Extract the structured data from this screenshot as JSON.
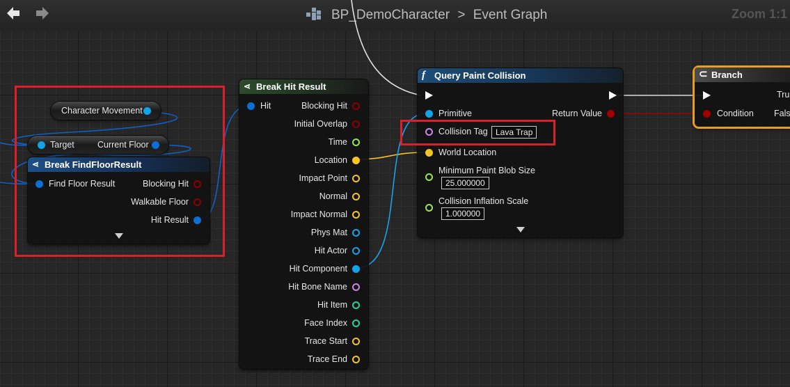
{
  "toolbar": {
    "back_icon": "arrow-left-icon",
    "forward_icon": "arrow-right-icon",
    "blueprint_icon": "blueprint-icon",
    "blueprint_name": "BP_DemoCharacter",
    "separator": ">",
    "graph_name": "Event Graph",
    "zoom": "Zoom 1:1"
  },
  "nodes": {
    "character_movement": {
      "label": "Character Movement"
    },
    "current_floor": {
      "target": "Target",
      "output": "Current Floor"
    },
    "break_find_floor": {
      "title": "Break FindFloorResult",
      "input": "Find Floor Result",
      "outputs": [
        "Blocking Hit",
        "Walkable Floor",
        "Hit Result"
      ]
    },
    "break_hit_result": {
      "title": "Break Hit Result",
      "input": "Hit",
      "outputs": [
        "Blocking Hit",
        "Initial Overlap",
        "Time",
        "Location",
        "Impact Point",
        "Normal",
        "Impact Normal",
        "Phys Mat",
        "Hit Actor",
        "Hit Component",
        "Hit Bone Name",
        "Hit Item",
        "Face Index",
        "Trace Start",
        "Trace End"
      ]
    },
    "query_paint_collision": {
      "title": "Query Paint Collision",
      "primitive": "Primitive",
      "collision_tag": "Collision Tag",
      "collision_tag_value": "Lava Trap",
      "world_location": "World Location",
      "min_blob_size": "Minimum Paint Blob Size",
      "min_blob_size_value": "25.000000",
      "inflation_scale": "Collision Inflation Scale",
      "inflation_scale_value": "1.000000",
      "return_value": "Return Value"
    },
    "branch": {
      "title": "Branch",
      "condition": "Condition",
      "true_label": "Tru",
      "false_label": "Fals"
    }
  },
  "colors": {
    "struct_pin": "#0d6fd6",
    "bool_pin": "#8c0000",
    "float_pin": "#9ae35a",
    "vector_pin": "#f7c427",
    "object_pin": "#12a4e6",
    "name_pin": "#c888e6",
    "int_pin": "#25d1a0",
    "highlight": "#dd1f2a",
    "branch_border": "#e7a018"
  }
}
